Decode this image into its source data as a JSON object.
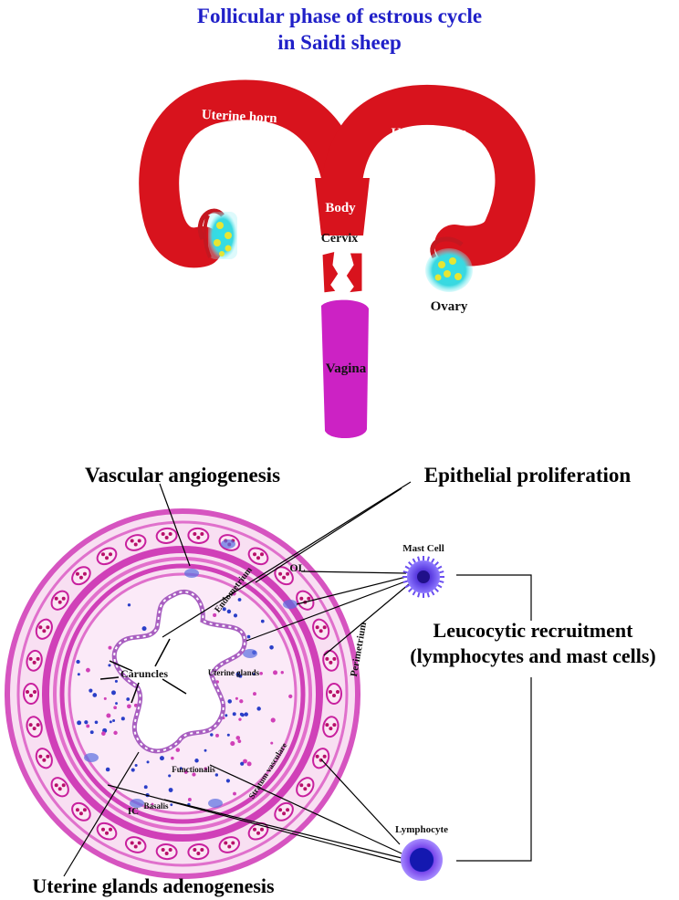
{
  "title": {
    "line1": "Follicular phase of estrous cycle",
    "line2": "in Saidi sheep"
  },
  "uterus": {
    "horn_left": "Uterine horn",
    "horn_right": "Uterine horn",
    "body": "Body",
    "cervix": "Cervix",
    "ovary": "Ovary",
    "vagina": "Vagina"
  },
  "section": {
    "ol": "OL",
    "endometrium": "Endometrium",
    "perimetrium": "Perimetrium",
    "caruncles": "Caruncles",
    "uterine_glands": "Uterine glands",
    "stratum_vasculare": "Stratum vasculare",
    "functionalis": "Functionalis",
    "basalis": "Basalis",
    "ic": "IC"
  },
  "callouts": {
    "vascular": "Vascular angiogenesis",
    "epithelial": "Epithelial proliferation",
    "leuco_line1": "Leucocytic recruitment",
    "leuco_line2": "(lymphocytes and mast cells)",
    "adenogenesis": "Uterine glands adenogenesis",
    "mast_cell": "Mast Cell",
    "lymphocyte": "Lymphocyte"
  },
  "colors": {
    "title": "#2020c8",
    "uterus_red": "#d8131d",
    "vagina_magenta": "#cc22c4",
    "tissue_pink": "#e262c8",
    "cell_blue": "#2a3ec8",
    "mast_purple": "#6a4ef0",
    "ovary_cyan": "#33e0e6"
  }
}
